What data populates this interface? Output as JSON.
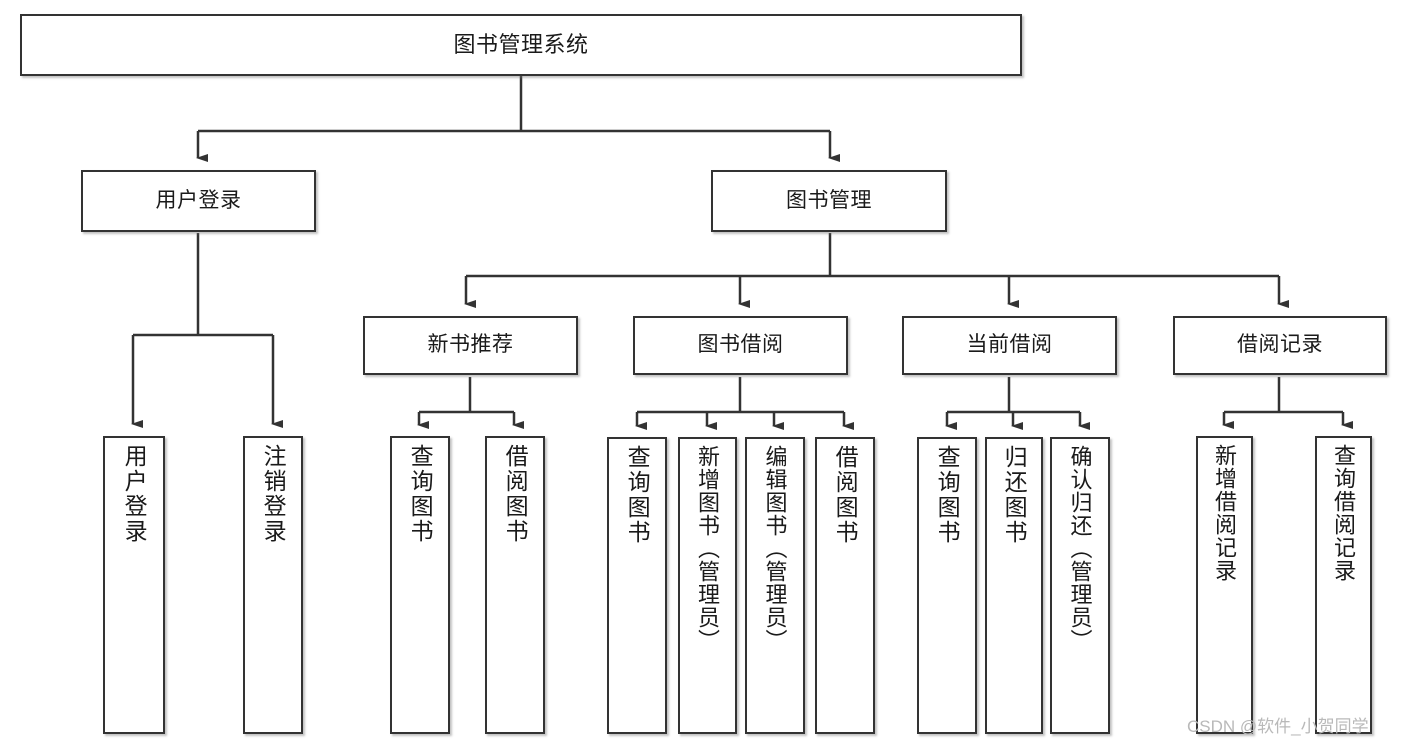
{
  "diagram": {
    "title": "图书管理系统",
    "type": "tree-hierarchy-diagram",
    "root": {
      "label": "图书管理系统"
    },
    "level2": [
      {
        "label": "用户登录"
      },
      {
        "label": "图书管理"
      }
    ],
    "level3": [
      {
        "label": "新书推荐"
      },
      {
        "label": "图书借阅"
      },
      {
        "label": "当前借阅"
      },
      {
        "label": "借阅记录"
      }
    ],
    "leaves": {
      "user_login": [
        {
          "label": "用户登录"
        },
        {
          "label": "注销登录"
        }
      ],
      "new_book_recommend": [
        {
          "label": "查询图书"
        },
        {
          "label": "借阅图书"
        }
      ],
      "book_borrow": [
        {
          "label": "查询图书"
        },
        {
          "label": "新增图书（管理员）"
        },
        {
          "label": "编辑图书（管理员）"
        },
        {
          "label": "借阅图书"
        }
      ],
      "current_borrow": [
        {
          "label": "查询图书"
        },
        {
          "label": "归还图书"
        },
        {
          "label": "确认归还（管理员）"
        }
      ],
      "borrow_record": [
        {
          "label": "新增借阅记录"
        },
        {
          "label": "查询借阅记录"
        }
      ]
    }
  },
  "watermark": {
    "text": "CSDN @软件_小贺同学"
  },
  "colors": {
    "border": "#333333",
    "background": "#ffffff",
    "text": "#1a1a1a",
    "connector": "#333333",
    "watermark": "#b9b9b9"
  }
}
